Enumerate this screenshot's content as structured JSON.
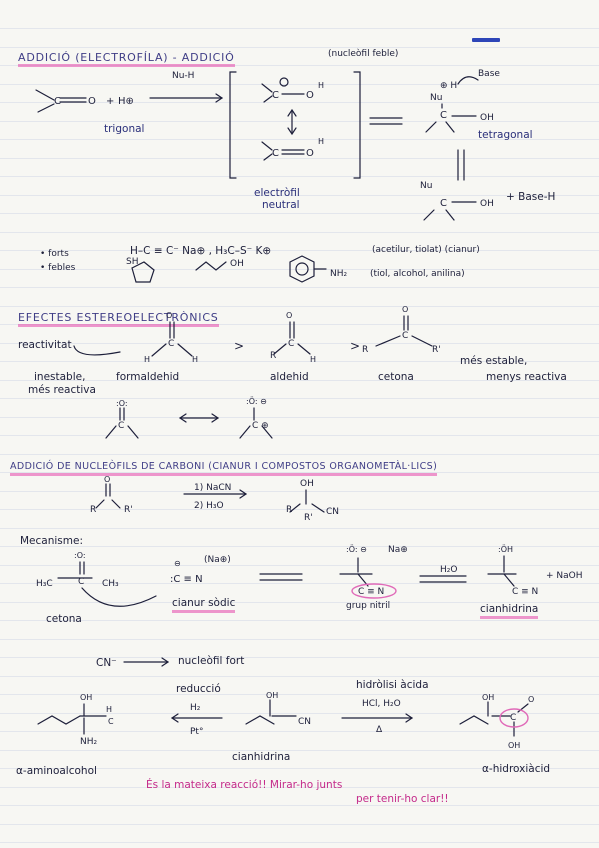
{
  "section1": {
    "title": "ADDICIÓ (ELECTROFÍLA) - ADDICIÓ",
    "note": "(nucleòfil feble)",
    "nu_h": "Nu-H",
    "base": "Base",
    "trigonal": "trigonal",
    "tetragonal": "tetragonal",
    "electrofil": "electròfil",
    "neutral": "neutral",
    "base_h": "+ Base-H",
    "forts_label": "• forts",
    "febles_label": "• febles",
    "forts_reagents": "H–C ≡ C⁻ Na⊕  ,  H₃C–S⁻ K⊕",
    "forts_note": "(acetilur, tiolat)  (cianur)",
    "febles_note": "(tiol, alcohol, anilina)",
    "sh": "SH",
    "oh": "OH",
    "nh2": "NH₂"
  },
  "section2": {
    "title": "EFECTES ESTEREOELECTRÒNICS",
    "reactivitat": "reactivitat",
    "gt1": ">",
    "gt2": ">",
    "more_unstable": "inestable,",
    "formaldehid": "formaldehid",
    "more_reactive": "més reactiva",
    "aldehid": "aldehid",
    "cetona": "cetona",
    "more_stable": "més estable,",
    "less_reactive": "menys reactiva",
    "r1": "R",
    "r2": "R",
    "r3": "R'"
  },
  "section3": {
    "title": "ADDICIÓ DE NUCLEÒFILS DE CARBONI (CIANUR I COMPOSTOS ORGANOMETÀL·LICS)",
    "step1": "1) NaCN",
    "step2": "2) H₃O",
    "r": "R",
    "r2": "R'",
    "cn": "CN",
    "oh": "OH",
    "mecanisme": "Mecanisme:",
    "h3c": "H₃C",
    "ch3": "CH₃",
    "cianur_sodic": "cianur sòdic",
    "cetona": "cetona",
    "grup_nitril": "grup nitril",
    "h2o": "H₂O",
    "cianhidrina": "cianhidrina",
    "naoh": "+ NaOH",
    "na_plus": "Na⊕",
    "cn_arrow": "CN⁻",
    "nucleofil_fort": "nucleòfil fort",
    "reduccio": "reducció",
    "h2": "H₂",
    "pt": "Pt°",
    "hidrolisi_acida": "hidròlisi àcida",
    "hcl_h2o": "HCl, H₂O",
    "delta": "Δ",
    "aminoalcohol": "α-aminoalcohol",
    "hidroxiacid": "α-hidroxiàcid",
    "nh2": "NH₂",
    "warning1": "És la mateixa   reacció!!  Mirar-ho junts",
    "warning2": "per tenir-ho clar!!"
  }
}
